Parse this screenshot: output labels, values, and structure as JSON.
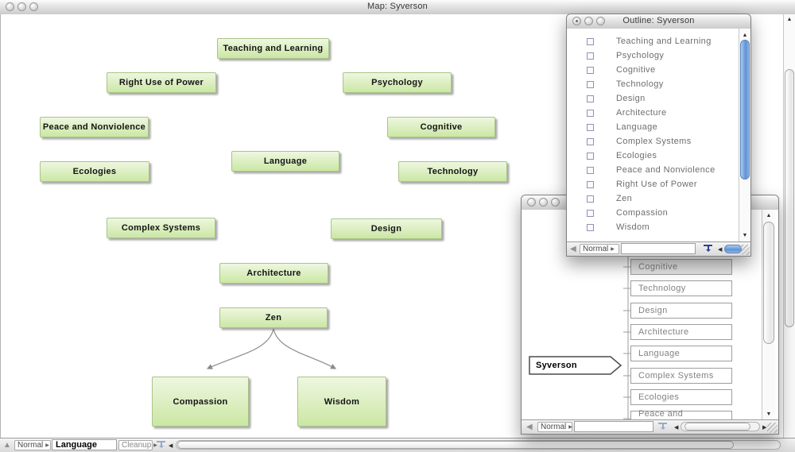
{
  "colors": {
    "node-top": "#eef7e0",
    "node-bottom": "#cbe7a4",
    "aqua-1": "#a9cbf0",
    "aqua-2": "#5e92d2"
  },
  "map_window": {
    "title": "Map: Syverson",
    "toolbar": {
      "view_popup": "Normal",
      "note_name": "Language",
      "cleanup_popup": "Cleanup"
    }
  },
  "map_nodes": [
    {
      "label": "Teaching and Learning"
    },
    {
      "label": "Right Use of Power"
    },
    {
      "label": "Psychology"
    },
    {
      "label": "Peace and Nonviolence"
    },
    {
      "label": "Cognitive"
    },
    {
      "label": "Ecologies"
    },
    {
      "label": "Language"
    },
    {
      "label": "Technology"
    },
    {
      "label": "Complex Systems"
    },
    {
      "label": "Design"
    },
    {
      "label": "Architecture"
    },
    {
      "label": "Zen"
    },
    {
      "label": "Compassion"
    },
    {
      "label": "Wisdom"
    }
  ],
  "links": [
    {
      "from": "Zen",
      "to": "Compassion"
    },
    {
      "from": "Zen",
      "to": "Wisdom"
    }
  ],
  "outline_window": {
    "title": "Outline: Syverson",
    "items": [
      "Teaching and Learning",
      "Psychology",
      "Cognitive",
      "Technology",
      "Design",
      "Architecture",
      "Language",
      "Complex Systems",
      "Ecologies",
      "Peace and Nonviolence",
      "Right Use of Power",
      "Zen",
      "Compassion",
      "Wisdom"
    ],
    "toolbar": {
      "view_popup": "Normal"
    }
  },
  "chart_window": {
    "root_label": "Syverson",
    "selected_child": "Cognitive",
    "children": [
      "Cognitive",
      "Technology",
      "Design",
      "Architecture",
      "Language",
      "Complex Systems",
      "Ecologies",
      "Peace and Nonviolence"
    ],
    "toolbar": {
      "view_popup": "Normal"
    }
  }
}
